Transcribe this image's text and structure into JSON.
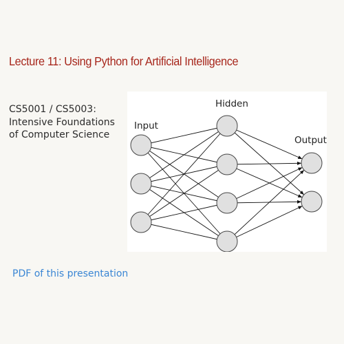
{
  "lecture": {
    "title": "Lecture 11: Using Python for Artificial Intelligence"
  },
  "course": {
    "code": "CS5001 / CS5003:",
    "name_line1": "Intensive Foundations",
    "name_line2": "of Computer Science"
  },
  "diagram": {
    "input_label": "Input",
    "hidden_label": "Hidden",
    "output_label": "Output",
    "input_count": 3,
    "hidden_count": 4,
    "output_count": 2
  },
  "links": {
    "pdf_label": "PDF of this presentation"
  },
  "colors": {
    "title": "#a7271c",
    "link": "#3a86d4",
    "node_fill": "#e0e0e0",
    "node_stroke": "#444444",
    "edge": "#111111"
  }
}
